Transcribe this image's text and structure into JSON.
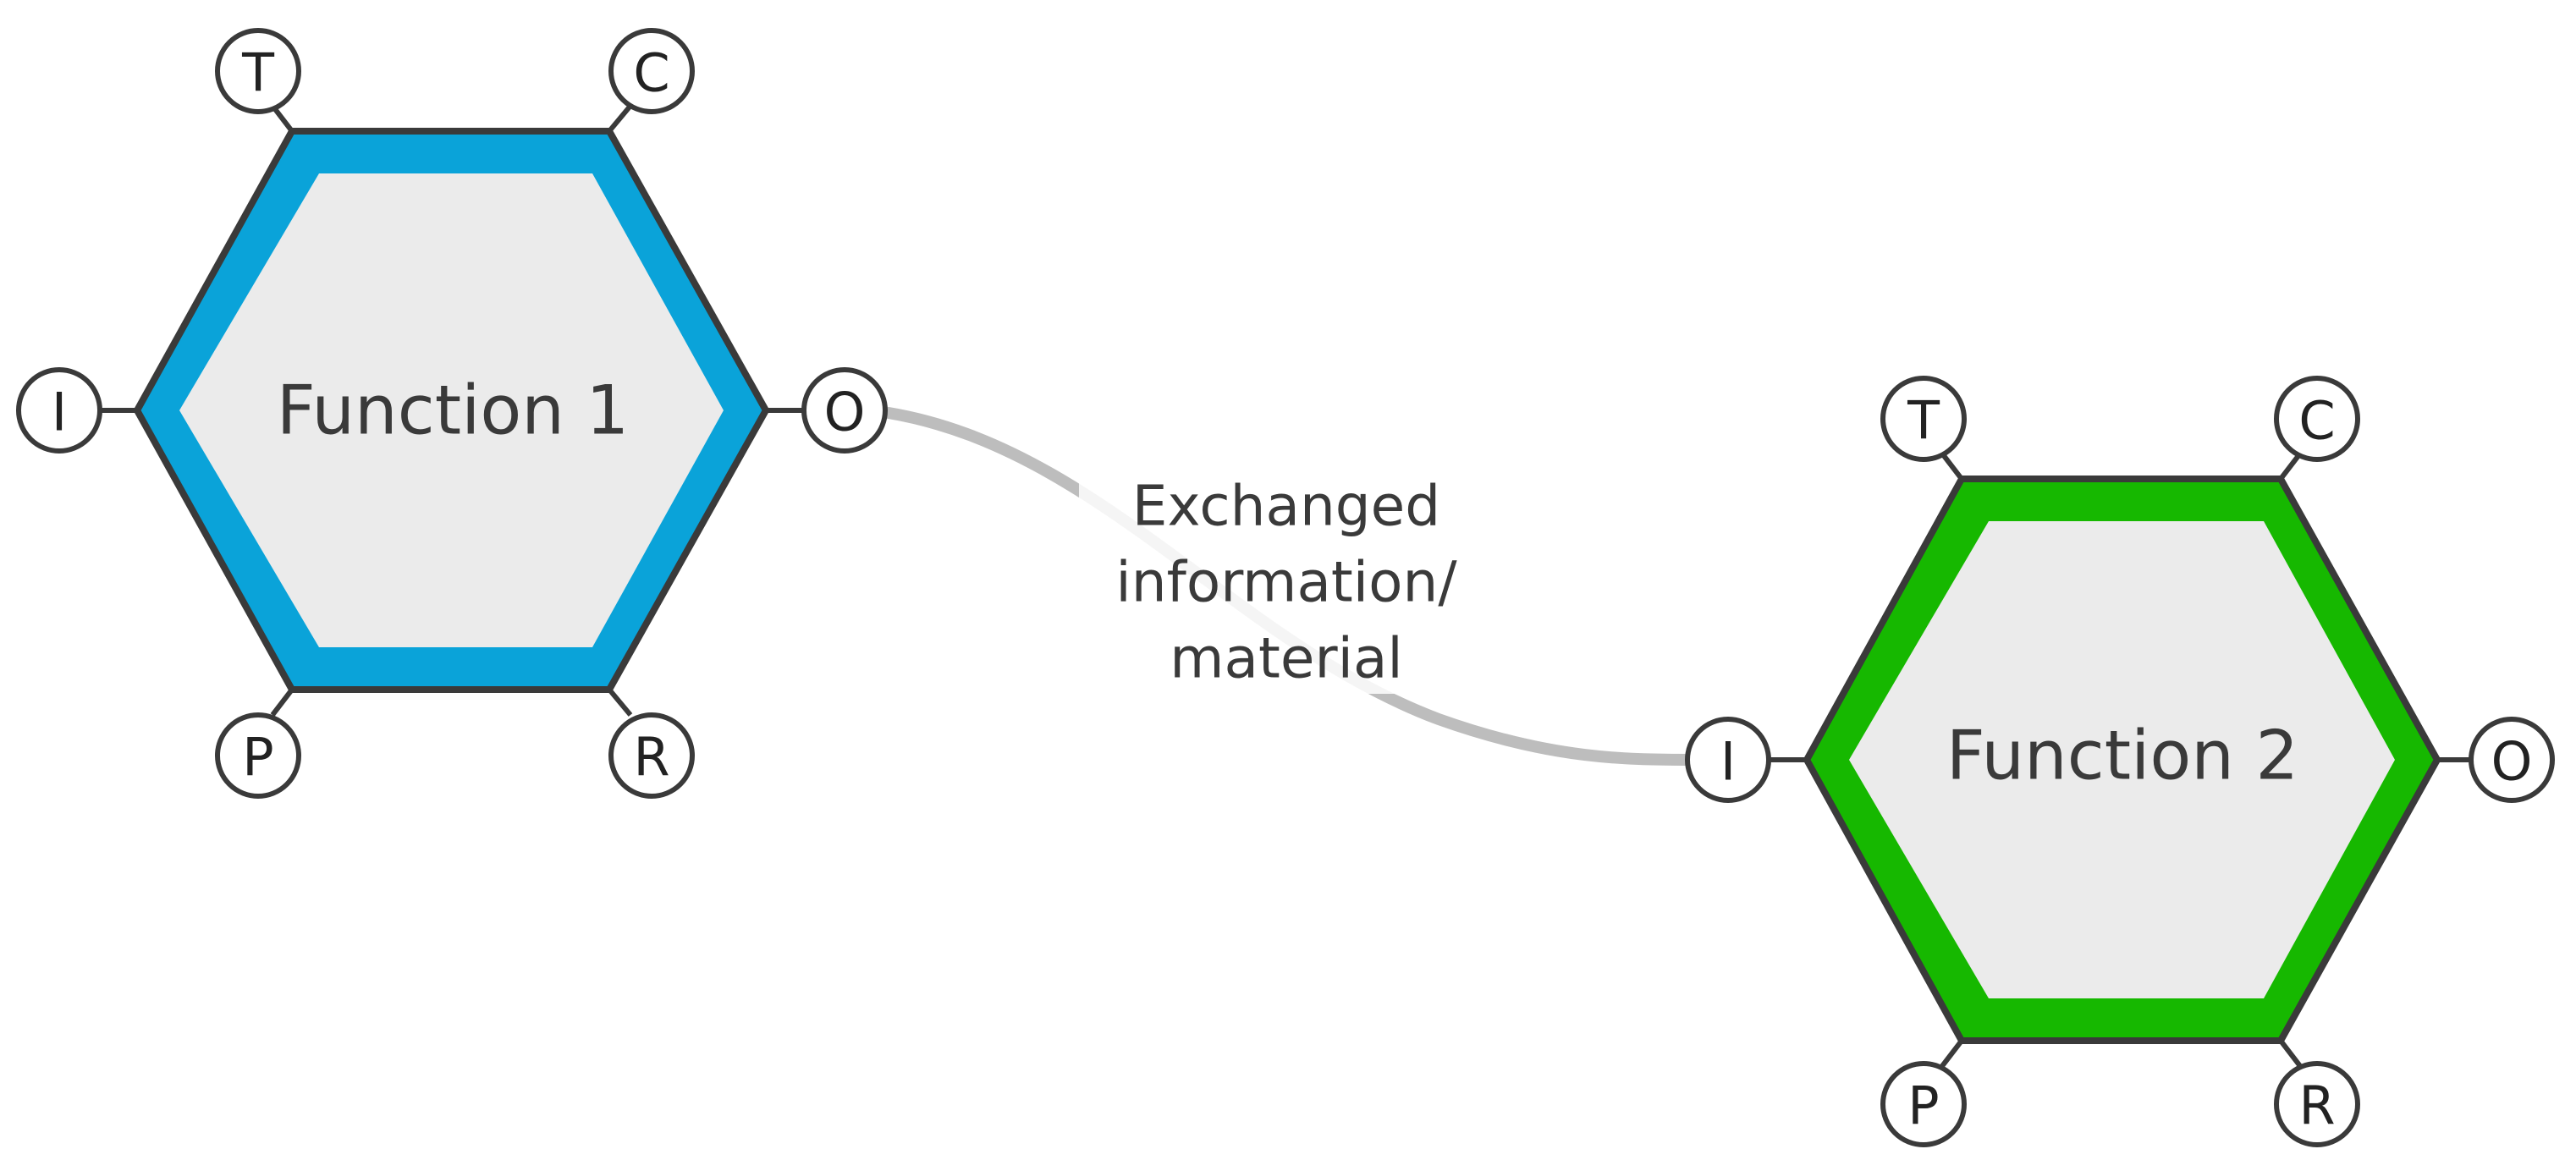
{
  "functions": [
    {
      "label": "Function 1",
      "border_color": "#0aa3d9",
      "ports": {
        "top_left": "T",
        "top_right": "C",
        "left": "I",
        "right": "O",
        "bottom_left": "P",
        "bottom_right": "R"
      }
    },
    {
      "label": "Function 2",
      "border_color": "#16b800",
      "ports": {
        "top_left": "T",
        "top_right": "C",
        "left": "I",
        "right": "O",
        "bottom_left": "P",
        "bottom_right": "R"
      }
    }
  ],
  "connection": {
    "from": "Function 1 O",
    "to": "Function 2 I",
    "label_lines": [
      "Exchanged",
      "information/",
      "material"
    ],
    "color": "#bdbdbd"
  }
}
